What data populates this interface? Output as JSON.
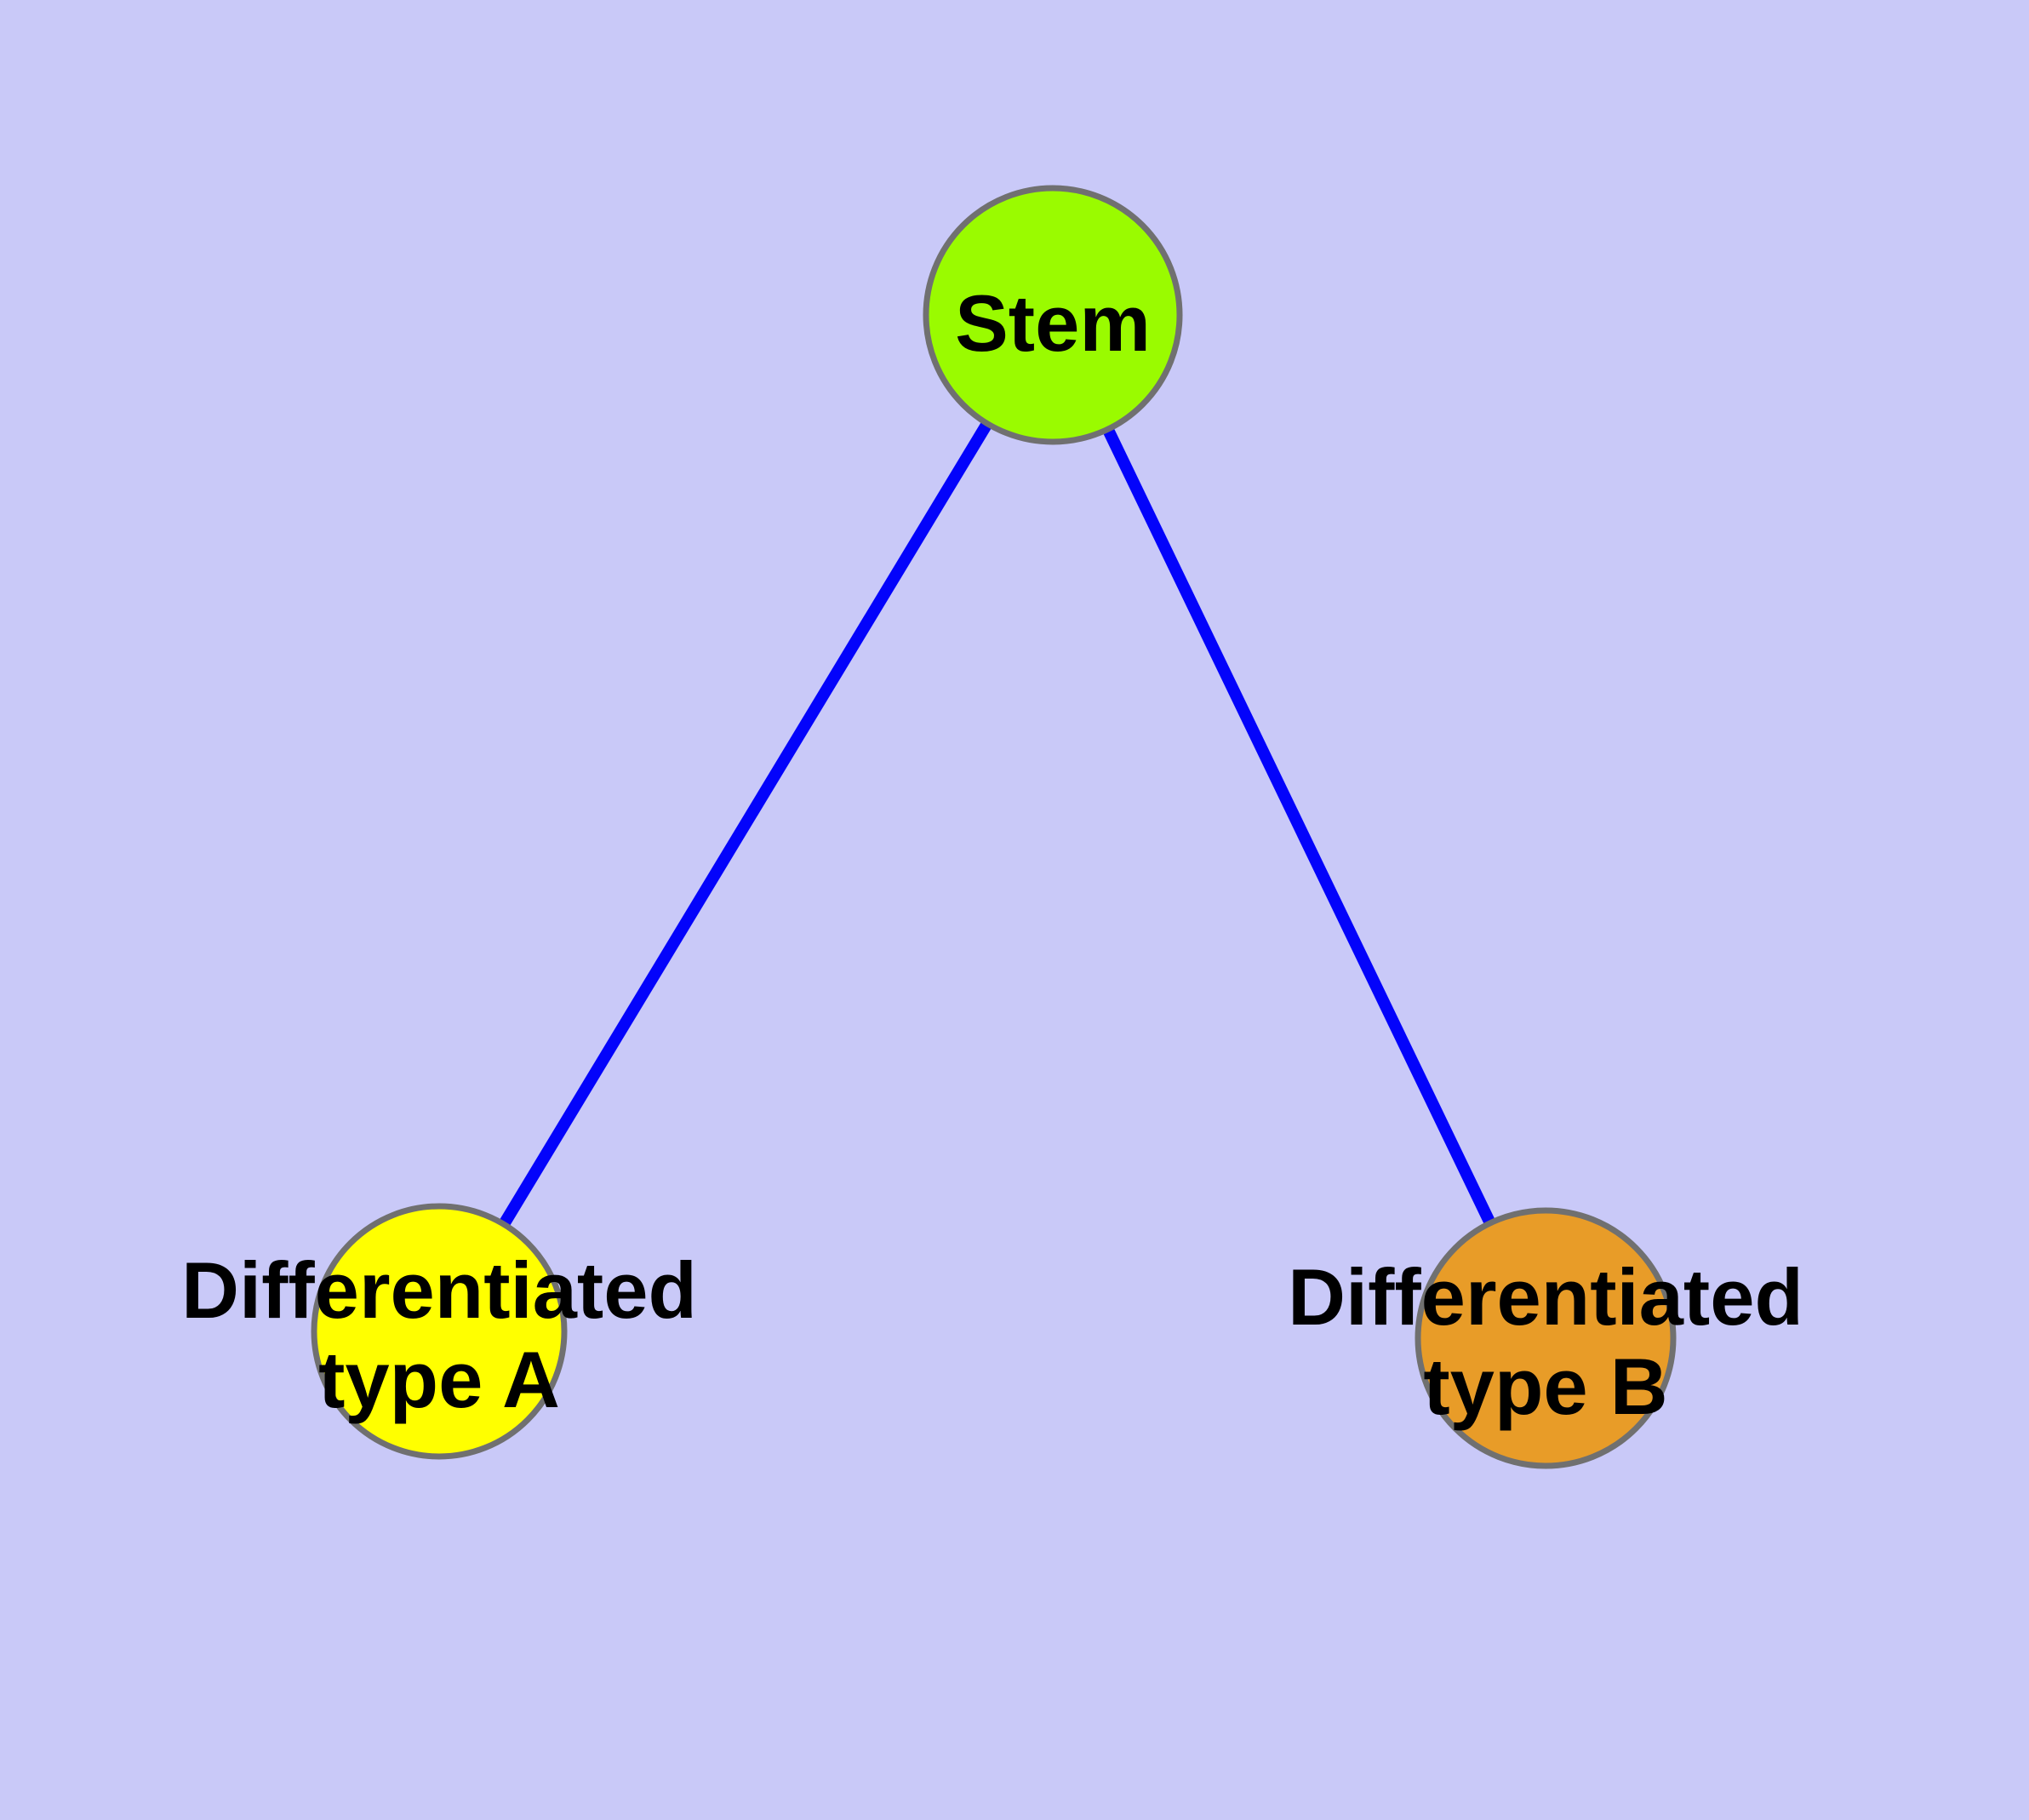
{
  "diagram": {
    "type": "node-link-graph",
    "background_color": "#C9C9F8",
    "edge_color": "#0303FB",
    "node_border_color": "#707070",
    "label_color": "#000000",
    "nodes": [
      {
        "id": "stem",
        "label": "Stem",
        "label_lines": [
          "Stem"
        ],
        "color": "#9AFB00"
      },
      {
        "id": "type-a",
        "label": "Differentiated type A",
        "label_lines": [
          "Differentiated",
          "type A"
        ],
        "color": "#FFFF00"
      },
      {
        "id": "type-b",
        "label": "Differentiated type B",
        "label_lines": [
          "Differentiated",
          "type B"
        ],
        "color": "#E89C28"
      }
    ],
    "edges": [
      {
        "from": "Stem",
        "to": "Differentiated type A"
      },
      {
        "from": "Stem",
        "to": "Differentiated type B"
      }
    ]
  }
}
